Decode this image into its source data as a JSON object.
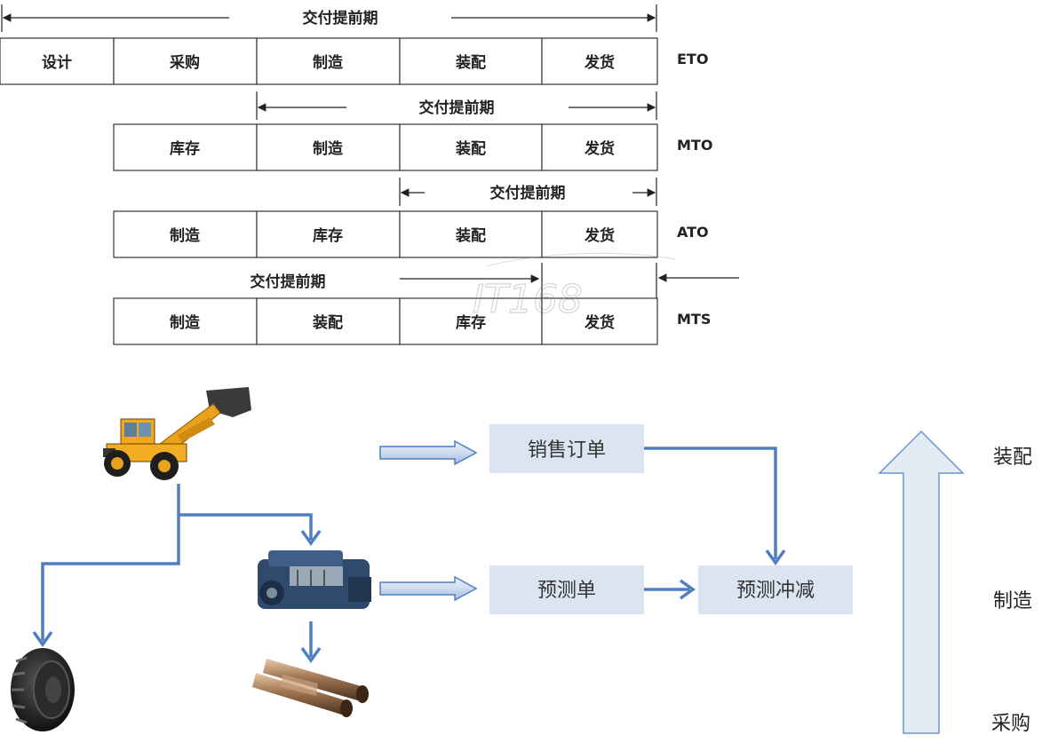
{
  "top_diagram": {
    "lead_time_label": "交付提前期",
    "rows": [
      {
        "type": "ETO",
        "cells": [
          "设计",
          "采购",
          "制造",
          "装配",
          "发货"
        ]
      },
      {
        "type": "MTO",
        "cells": [
          "库存",
          "制造",
          "装配",
          "发货"
        ]
      },
      {
        "type": "ATO",
        "cells": [
          "制造",
          "库存",
          "装配",
          "发货"
        ]
      },
      {
        "type": "MTS",
        "cells": [
          "制造",
          "装配",
          "库存",
          "发货"
        ]
      }
    ],
    "watermark": "IT168"
  },
  "flow": {
    "sales_order": "销售订单",
    "forecast": "预测单",
    "forecast_consume": "预测冲减"
  },
  "side_stages": [
    "装配",
    "制造",
    "采购"
  ],
  "colors": {
    "arrow": "#4f7fc0",
    "box_fill": "#dbe5f1",
    "big_arrow_fill": "#e3ebf5",
    "big_arrow_stroke": "#6a96cf"
  }
}
